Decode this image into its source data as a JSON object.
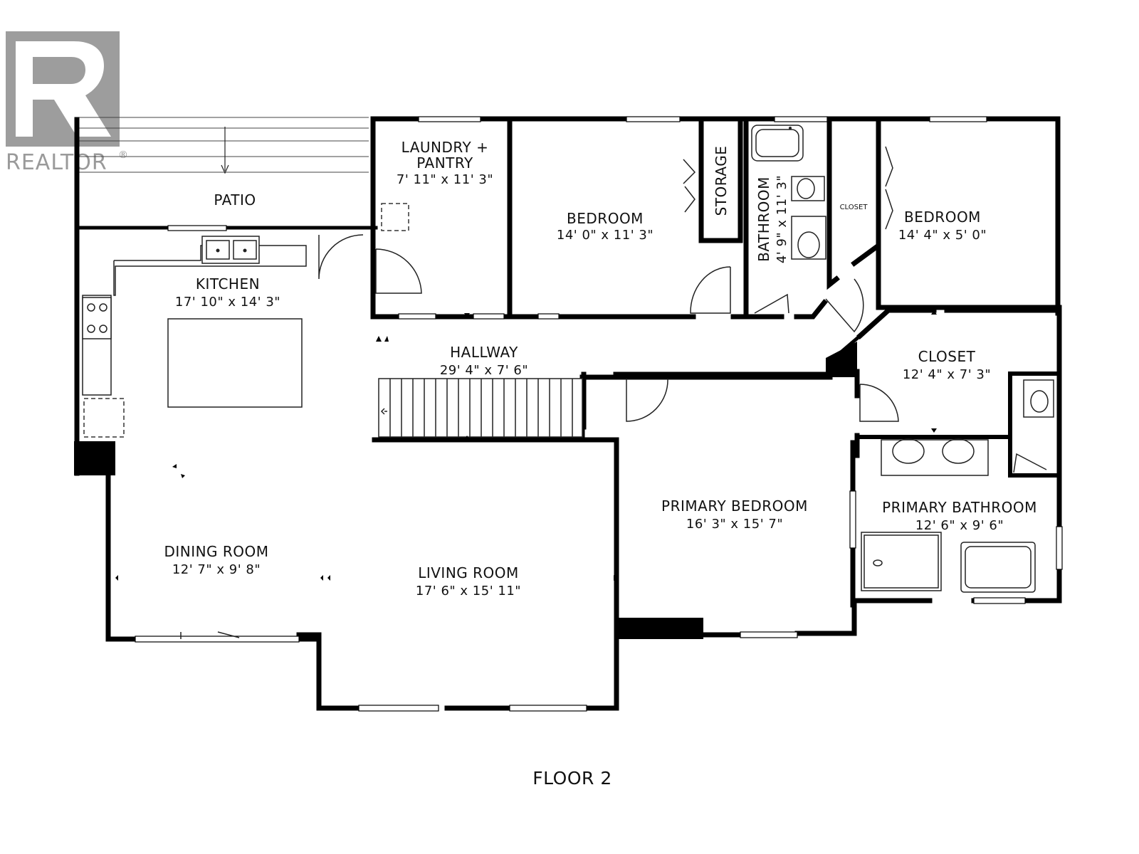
{
  "watermark": {
    "text": "REALTOR",
    "mark": "®",
    "color": "#a6a6a6"
  },
  "floor_label": "FLOOR 2",
  "rooms": {
    "patio": {
      "name": "PATIO"
    },
    "laundry": {
      "name_line1": "LAUNDRY +",
      "name_line2": "PANTRY",
      "dims": "7' 11\" x 11' 3\""
    },
    "bedroom1": {
      "name": "BEDROOM",
      "dims": "14' 0\" x 11' 3\""
    },
    "storage": {
      "name": "STORAGE"
    },
    "bathroom": {
      "name": "BATHROOM",
      "dims": "4' 9\" x 11' 3\""
    },
    "small_closet": {
      "name": "CLOSET"
    },
    "bedroom2": {
      "name": "BEDROOM",
      "dims": "14' 4\" x 5' 0\""
    },
    "kitchen": {
      "name": "KITCHEN",
      "dims": "17' 10\" x 14' 3\""
    },
    "hallway": {
      "name": "HALLWAY",
      "dims": "29' 4\" x 7' 6\""
    },
    "closet": {
      "name": "CLOSET",
      "dims": "12' 4\" x 7' 3\""
    },
    "primary_bedroom": {
      "name": "PRIMARY BEDROOM",
      "dims": "16' 3\" x 15' 7\""
    },
    "primary_bathroom": {
      "name": "PRIMARY BATHROOM",
      "dims": "12' 6\" x 9' 6\""
    },
    "dining_room": {
      "name": "DINING ROOM",
      "dims": "12' 7\" x 9' 8\""
    },
    "living_room": {
      "name": "LIVING ROOM",
      "dims": "17' 6\" x 15' 11\""
    }
  }
}
